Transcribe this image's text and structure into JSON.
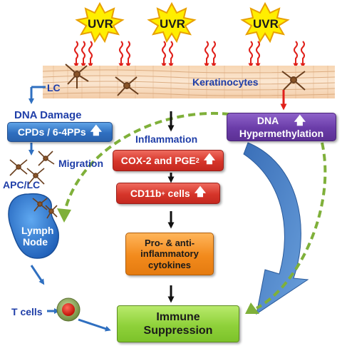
{
  "uvr": {
    "label_1": "UVR",
    "label_2": "UVR",
    "label_3": "UVR"
  },
  "skin": {
    "lc_label": "LC",
    "keratinocytes_label": "Keratinocytes"
  },
  "left_branch": {
    "dna_damage_label": "DNA Damage",
    "cpds_box": "CPDs / 6-4PPs",
    "migration_label": "Migration",
    "apc_lc_label": "APC/LC",
    "lymph_node_line1": "Lymph",
    "lymph_node_line2": "Node",
    "t_cells_label": "T cells"
  },
  "center_branch": {
    "inflammation_label": "Inflammation",
    "cox2_box": "COX-2 and PGE",
    "cox2_sub": "2",
    "cd11b_box": "CD11b",
    "cd11b_sup": "+",
    "cd11b_suffix": " cells",
    "cytokines_line1": "Pro- & anti-",
    "cytokines_line2": "inflammatory",
    "cytokines_line3": "cytokines"
  },
  "right_branch": {
    "dna_line1": "DNA",
    "dna_line2": "Hypermethylation"
  },
  "outcome": {
    "line1": "Immune",
    "line2": "Suppression"
  },
  "arrows": {
    "increase_glyph": "🡅"
  },
  "colors": {
    "uvr_star": "#ffee00",
    "uvr_star_stroke": "#e8a000",
    "wavy_ray": "#e0201a",
    "blue_box": "#2f6fc0",
    "red_box": "#d6352a",
    "purple_box": "#6a3ca8",
    "orange_box": "#f28a1c",
    "green_box": "#8fd13a",
    "label_blue": "#1f3ea8",
    "dashed_green": "#7fb03a"
  }
}
